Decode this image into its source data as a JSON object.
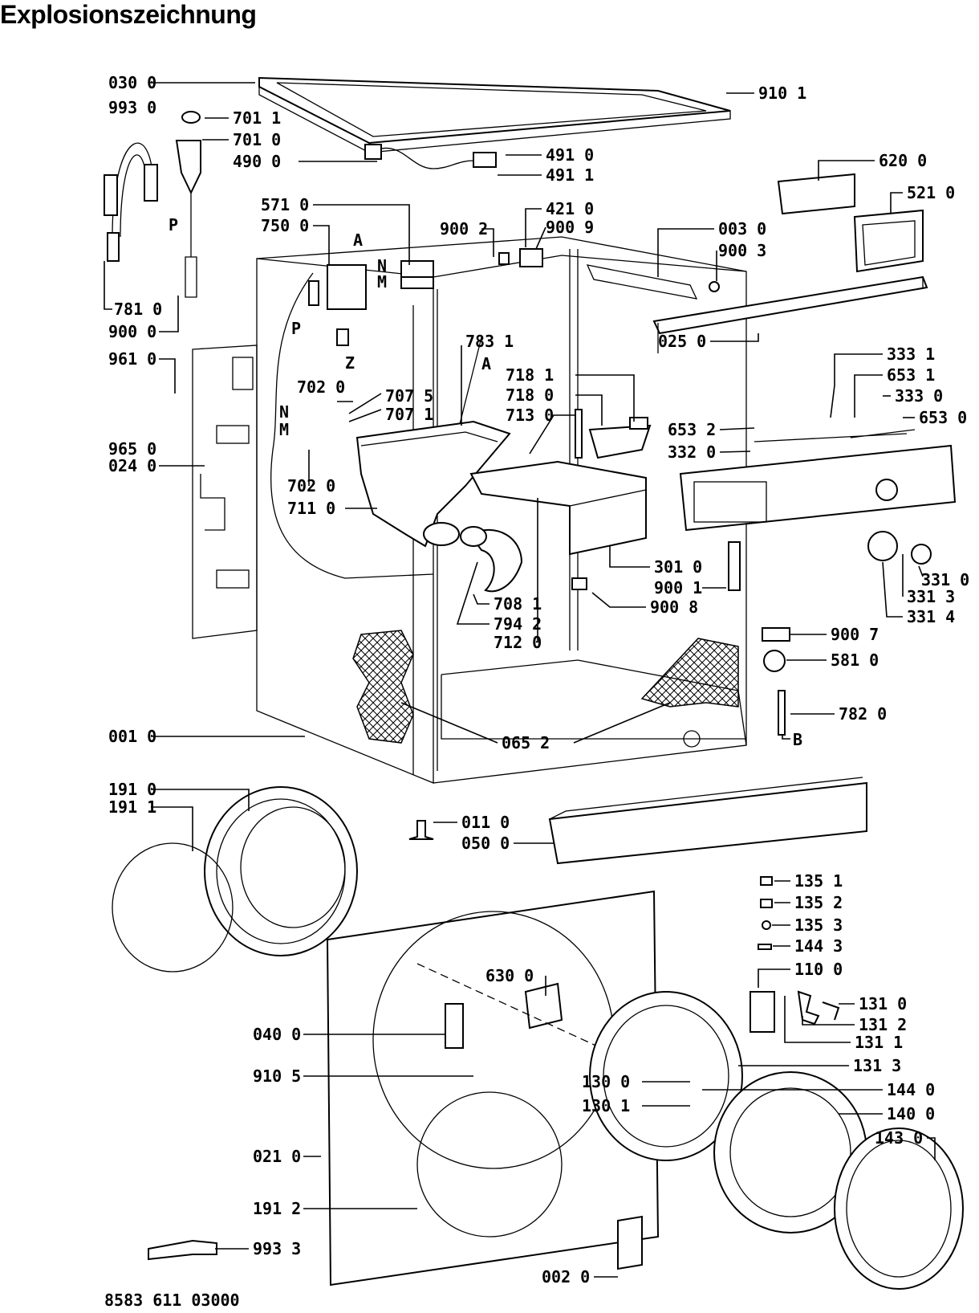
{
  "title": "Explosionszeichnung",
  "document_number": "8583 611 03000",
  "callouts": [
    {
      "id": "030_0",
      "text": "030 0"
    },
    {
      "id": "993_0",
      "text": "993 0"
    },
    {
      "id": "701_1",
      "text": "701 1"
    },
    {
      "id": "701_0",
      "text": "701 0"
    },
    {
      "id": "490_0",
      "text": "490 0"
    },
    {
      "id": "491_0",
      "text": "491 0"
    },
    {
      "id": "491_1",
      "text": "491 1"
    },
    {
      "id": "910_1",
      "text": "910 1"
    },
    {
      "id": "620_0",
      "text": "620 0"
    },
    {
      "id": "521_0",
      "text": "521 0"
    },
    {
      "id": "571_0",
      "text": "571 0"
    },
    {
      "id": "750_0",
      "text": "750 0"
    },
    {
      "id": "421_0",
      "text": "421 0"
    },
    {
      "id": "900_2",
      "text": "900 2"
    },
    {
      "id": "900_9",
      "text": "900 9"
    },
    {
      "id": "003_0",
      "text": "003 0"
    },
    {
      "id": "900_3",
      "text": "900 3"
    },
    {
      "id": "781_0",
      "text": "781 0"
    },
    {
      "id": "900_0",
      "text": "900 0"
    },
    {
      "id": "025_0",
      "text": "025 0"
    },
    {
      "id": "783_1",
      "text": "783 1"
    },
    {
      "id": "961_0",
      "text": "961 0"
    },
    {
      "id": "718_1",
      "text": "718 1"
    },
    {
      "id": "718_0",
      "text": "718 0"
    },
    {
      "id": "713_0",
      "text": "713 0"
    },
    {
      "id": "333_1",
      "text": "333 1"
    },
    {
      "id": "653_1",
      "text": "653 1"
    },
    {
      "id": "333_0",
      "text": "333 0"
    },
    {
      "id": "653_0",
      "text": "653 0"
    },
    {
      "id": "702_0a",
      "text": "702 0"
    },
    {
      "id": "707_5",
      "text": "707 5"
    },
    {
      "id": "707_1",
      "text": "707 1"
    },
    {
      "id": "653_2",
      "text": "653 2"
    },
    {
      "id": "332_0",
      "text": "332 0"
    },
    {
      "id": "965_0",
      "text": "965 0"
    },
    {
      "id": "024_0",
      "text": "024 0"
    },
    {
      "id": "702_0b",
      "text": "702 0"
    },
    {
      "id": "711_0",
      "text": "711 0"
    },
    {
      "id": "301_0",
      "text": "301 0"
    },
    {
      "id": "900_1",
      "text": "900 1"
    },
    {
      "id": "900_8",
      "text": "900 8"
    },
    {
      "id": "331_0",
      "text": "331 0"
    },
    {
      "id": "331_3",
      "text": "331 3"
    },
    {
      "id": "331_4",
      "text": "331 4"
    },
    {
      "id": "708_1",
      "text": "708 1"
    },
    {
      "id": "794_2",
      "text": "794 2"
    },
    {
      "id": "712_0",
      "text": "712 0"
    },
    {
      "id": "900_7",
      "text": "900 7"
    },
    {
      "id": "581_0",
      "text": "581 0"
    },
    {
      "id": "782_0",
      "text": "782 0"
    },
    {
      "id": "001_0",
      "text": "001 0"
    },
    {
      "id": "065_2",
      "text": "065 2"
    },
    {
      "id": "191_0",
      "text": "191 0"
    },
    {
      "id": "191_1",
      "text": "191 1"
    },
    {
      "id": "011_0",
      "text": "011 0"
    },
    {
      "id": "050_0",
      "text": "050 0"
    },
    {
      "id": "135_1",
      "text": "135 1"
    },
    {
      "id": "135_2",
      "text": "135 2"
    },
    {
      "id": "135_3",
      "text": "135 3"
    },
    {
      "id": "144_3",
      "text": "144 3"
    },
    {
      "id": "110_0",
      "text": "110 0"
    },
    {
      "id": "131_0",
      "text": "131 0"
    },
    {
      "id": "131_2",
      "text": "131 2"
    },
    {
      "id": "131_1",
      "text": "131 1"
    },
    {
      "id": "131_3",
      "text": "131 3"
    },
    {
      "id": "630_0",
      "text": "630 0"
    },
    {
      "id": "040_0",
      "text": "040 0"
    },
    {
      "id": "910_5",
      "text": "910 5"
    },
    {
      "id": "130_0",
      "text": "130 0"
    },
    {
      "id": "130_1",
      "text": "130 1"
    },
    {
      "id": "144_0",
      "text": "144 0"
    },
    {
      "id": "140_0",
      "text": "140 0"
    },
    {
      "id": "143_0",
      "text": "143 0"
    },
    {
      "id": "021_0",
      "text": "021 0"
    },
    {
      "id": "191_2",
      "text": "191 2"
    },
    {
      "id": "993_3",
      "text": "993 3"
    },
    {
      "id": "002_0",
      "text": "002 0"
    }
  ],
  "markers": [
    {
      "id": "P1",
      "text": "P"
    },
    {
      "id": "P2",
      "text": "P"
    },
    {
      "id": "A1",
      "text": "A"
    },
    {
      "id": "A2",
      "text": "A"
    },
    {
      "id": "N1",
      "text": "N"
    },
    {
      "id": "M1",
      "text": "M"
    },
    {
      "id": "N2",
      "text": "N"
    },
    {
      "id": "M2",
      "text": "M"
    },
    {
      "id": "Z",
      "text": "Z"
    },
    {
      "id": "B",
      "text": "B"
    }
  ]
}
